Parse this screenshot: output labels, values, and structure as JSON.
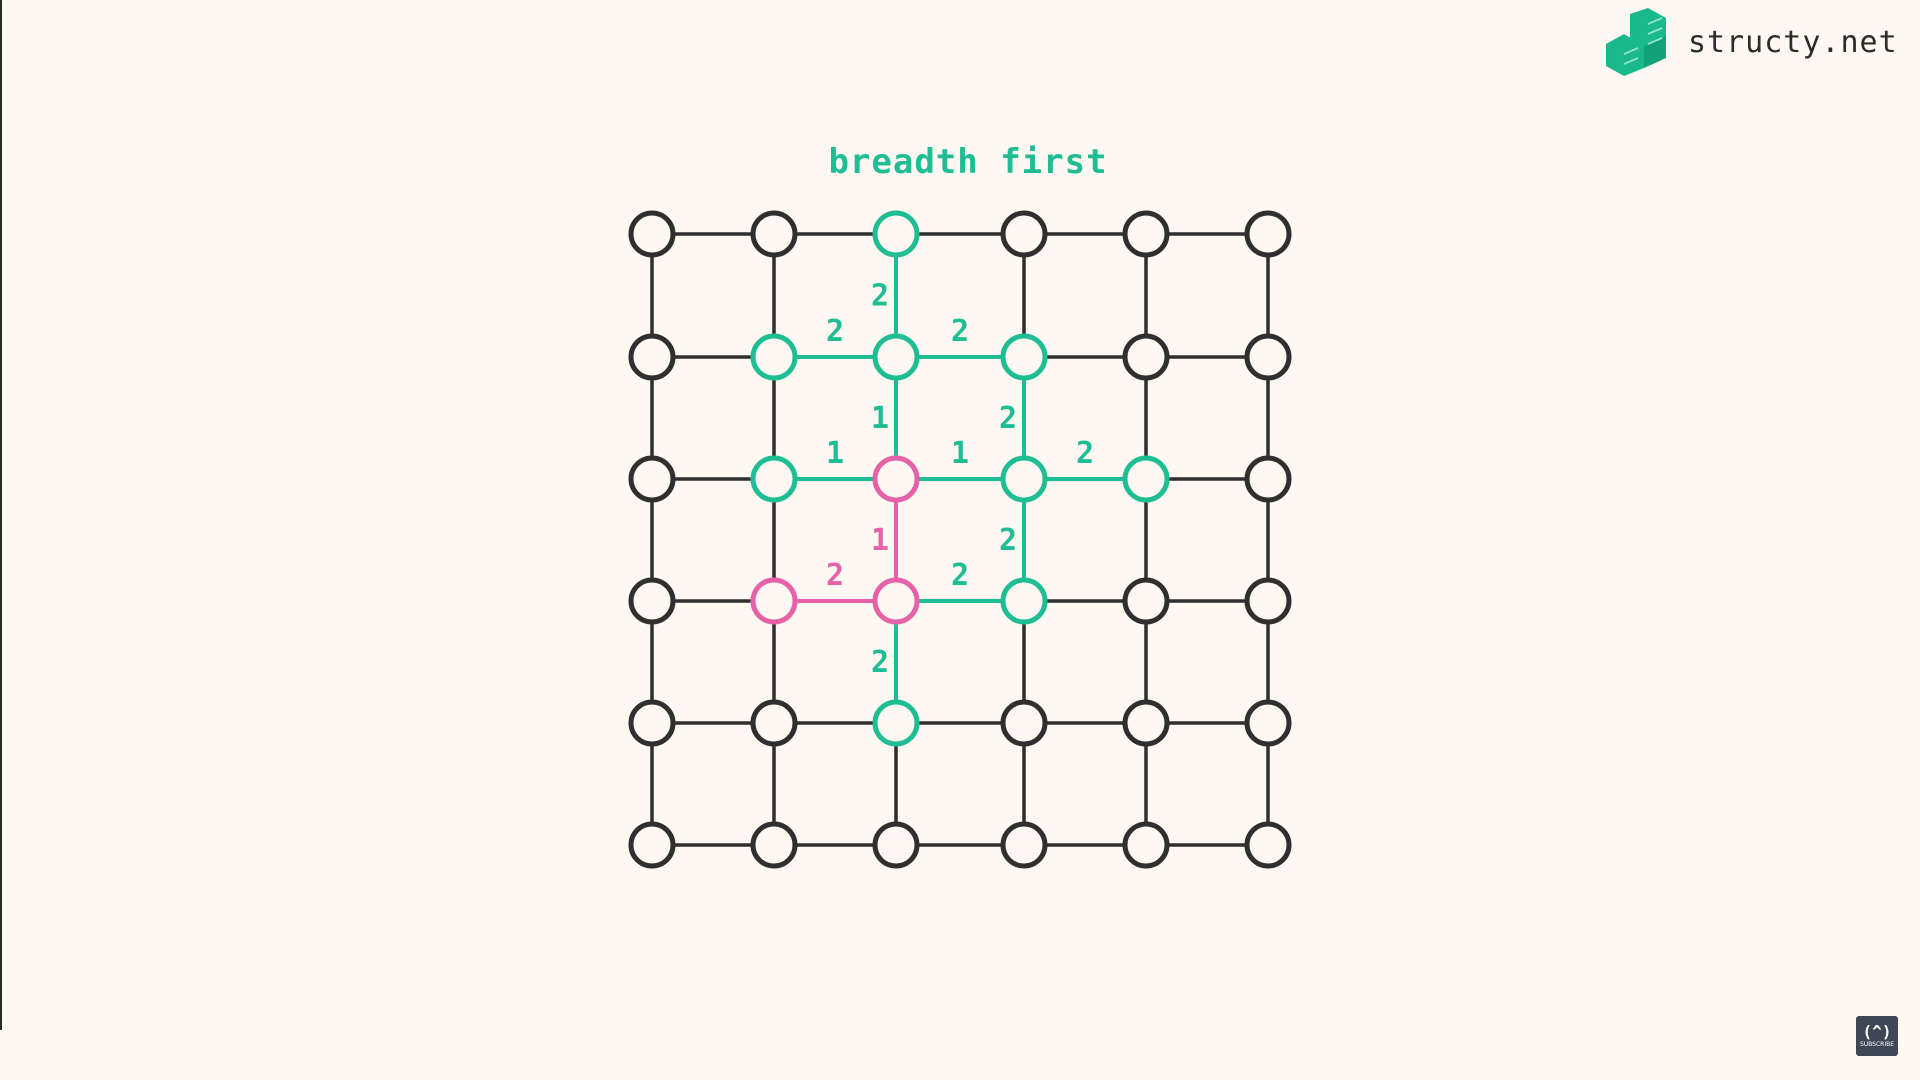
{
  "brand": {
    "name": "structy.net",
    "logo_color": "#19b98c",
    "logo_icon": "stacked-cubes-logo"
  },
  "title": "breadth first",
  "colors": {
    "default": "#2f2f2f",
    "frontier": "#1fbd93",
    "path": "#e561a8"
  },
  "grid": {
    "rows": 6,
    "cols": 6
  },
  "highlighted_nodes": [
    {
      "row": 0,
      "col": 2,
      "color": "frontier"
    },
    {
      "row": 1,
      "col": 1,
      "color": "frontier"
    },
    {
      "row": 1,
      "col": 2,
      "color": "frontier"
    },
    {
      "row": 1,
      "col": 3,
      "color": "frontier"
    },
    {
      "row": 2,
      "col": 1,
      "color": "frontier"
    },
    {
      "row": 2,
      "col": 2,
      "color": "path"
    },
    {
      "row": 2,
      "col": 3,
      "color": "frontier"
    },
    {
      "row": 2,
      "col": 4,
      "color": "frontier"
    },
    {
      "row": 3,
      "col": 1,
      "color": "path"
    },
    {
      "row": 3,
      "col": 2,
      "color": "path"
    },
    {
      "row": 3,
      "col": 3,
      "color": "frontier"
    },
    {
      "row": 4,
      "col": 2,
      "color": "frontier"
    }
  ],
  "highlighted_edges": [
    {
      "from": [
        2,
        2
      ],
      "to": [
        1,
        2
      ],
      "label": "1",
      "color": "frontier"
    },
    {
      "from": [
        2,
        2
      ],
      "to": [
        2,
        1
      ],
      "label": "1",
      "color": "frontier"
    },
    {
      "from": [
        2,
        2
      ],
      "to": [
        2,
        3
      ],
      "label": "1",
      "color": "frontier"
    },
    {
      "from": [
        2,
        2
      ],
      "to": [
        3,
        2
      ],
      "label": "1",
      "color": "path"
    },
    {
      "from": [
        1,
        2
      ],
      "to": [
        0,
        2
      ],
      "label": "2",
      "color": "frontier"
    },
    {
      "from": [
        1,
        2
      ],
      "to": [
        1,
        1
      ],
      "label": "2",
      "color": "frontier"
    },
    {
      "from": [
        1,
        2
      ],
      "to": [
        1,
        3
      ],
      "label": "2",
      "color": "frontier"
    },
    {
      "from": [
        2,
        3
      ],
      "to": [
        1,
        3
      ],
      "label": "2",
      "color": "frontier"
    },
    {
      "from": [
        2,
        3
      ],
      "to": [
        2,
        4
      ],
      "label": "2",
      "color": "frontier"
    },
    {
      "from": [
        2,
        3
      ],
      "to": [
        3,
        3
      ],
      "label": "2",
      "color": "frontier"
    },
    {
      "from": [
        3,
        2
      ],
      "to": [
        3,
        1
      ],
      "label": "2",
      "color": "path"
    },
    {
      "from": [
        3,
        2
      ],
      "to": [
        3,
        3
      ],
      "label": "2",
      "color": "frontier"
    },
    {
      "from": [
        3,
        2
      ],
      "to": [
        4,
        2
      ],
      "label": "2",
      "color": "frontier"
    }
  ],
  "subscribe_badge": {
    "glyph": "(^)",
    "label": "SUBSCRIBE"
  }
}
